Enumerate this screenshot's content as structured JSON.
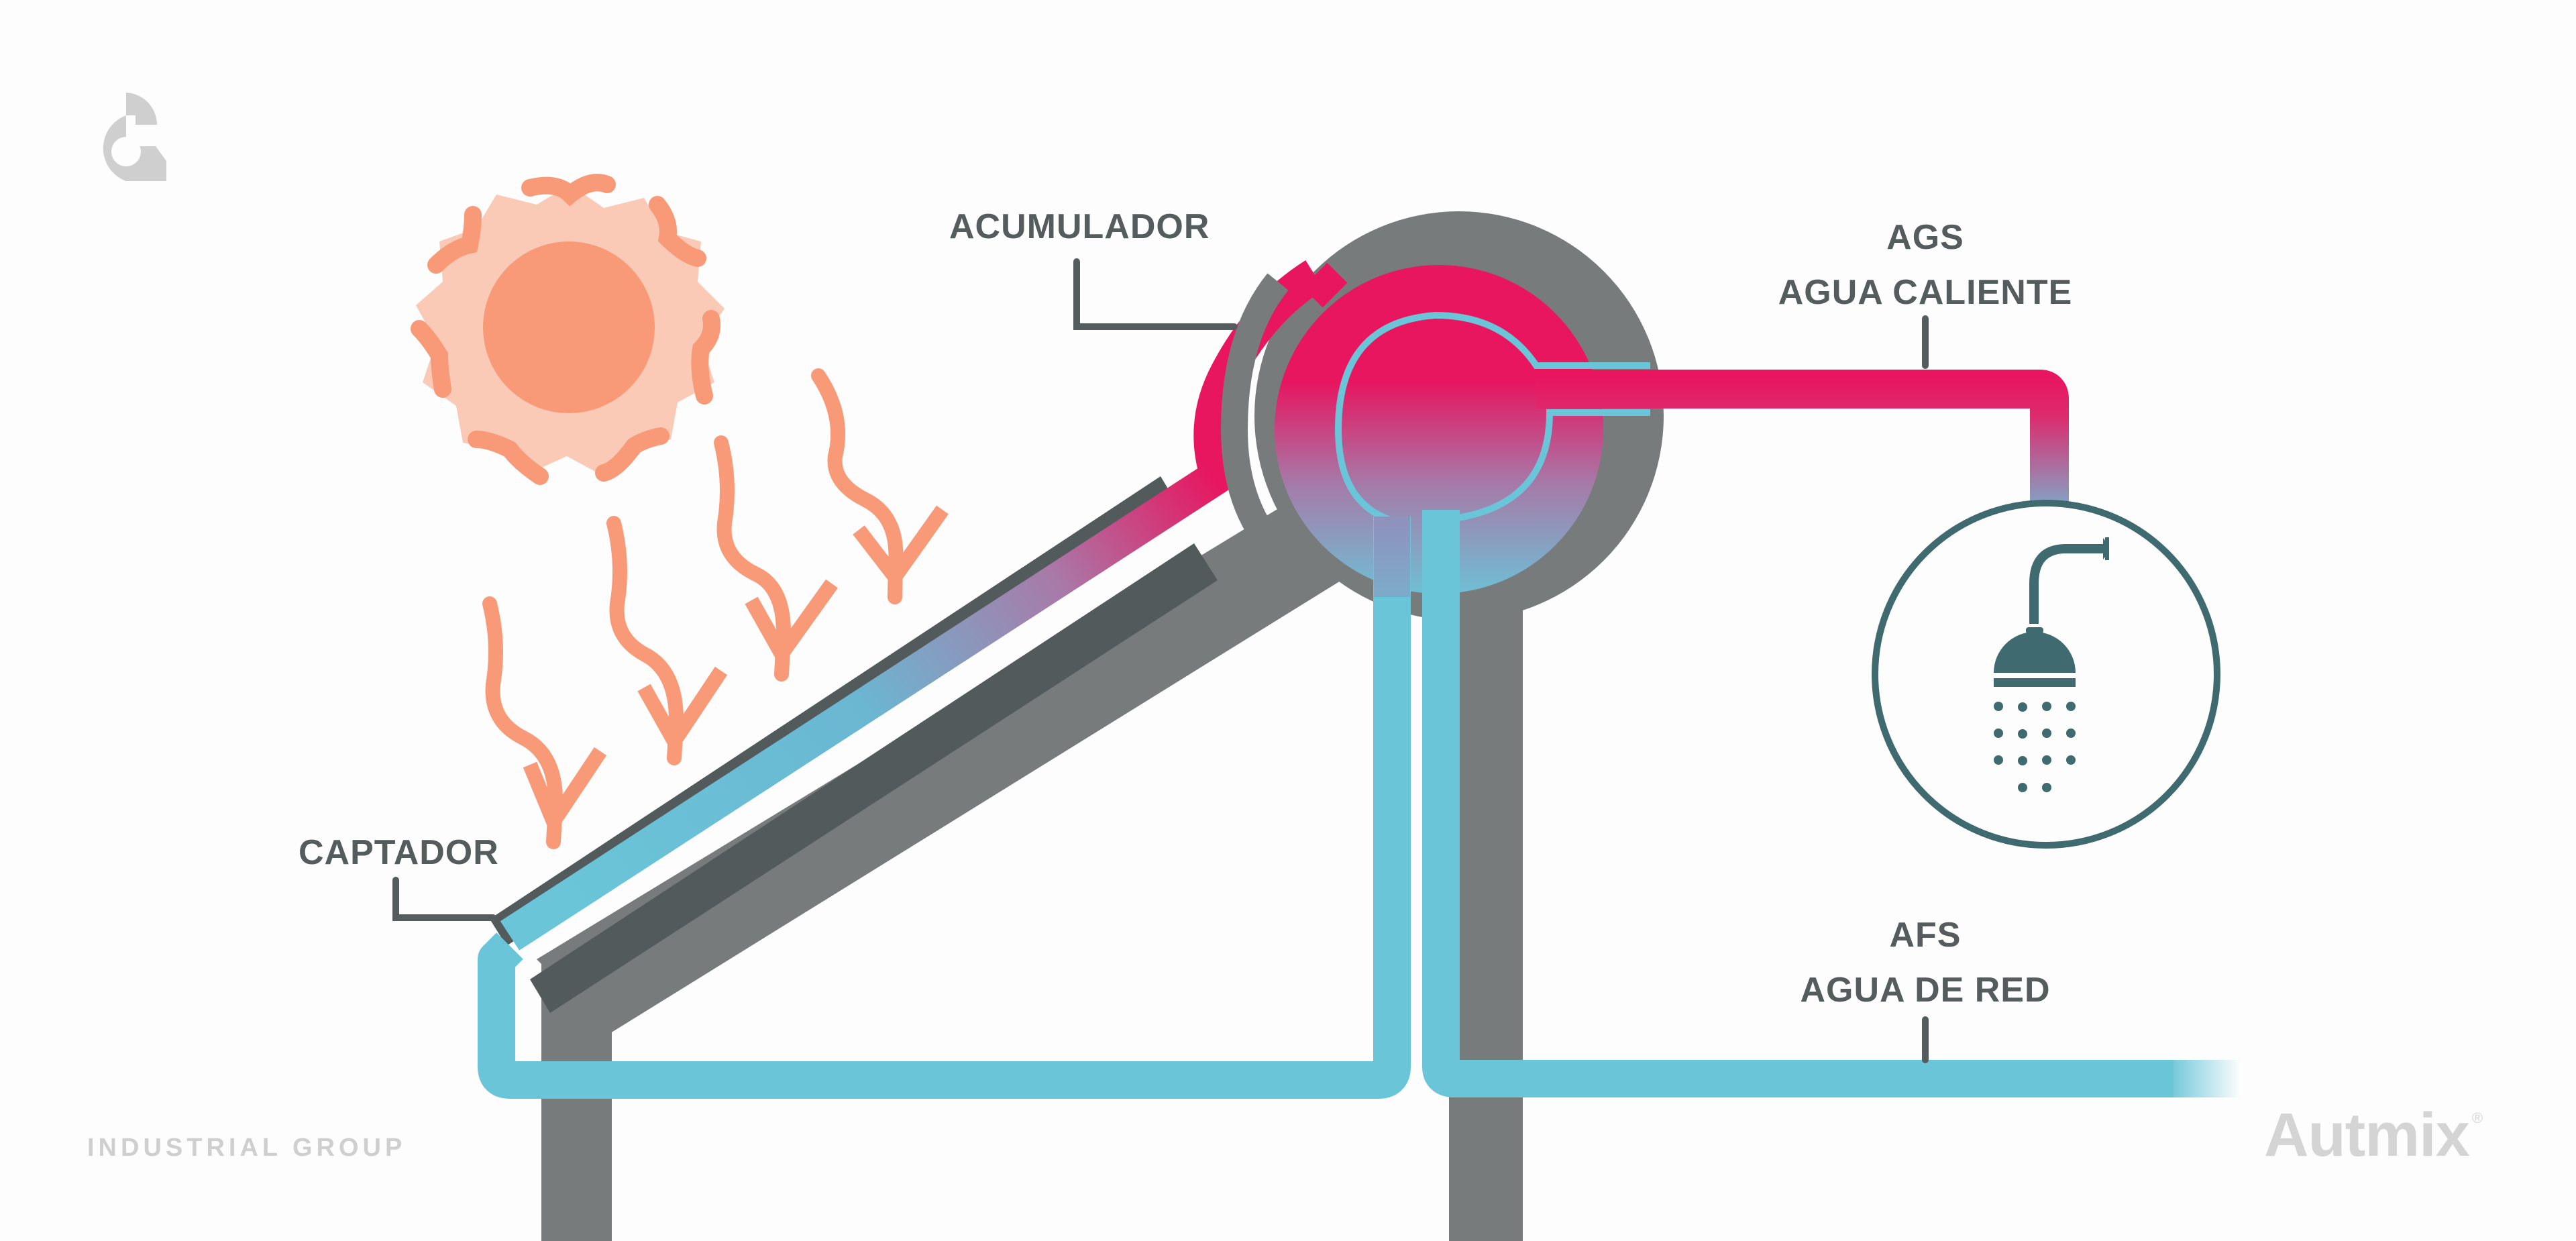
{
  "labels": {
    "acumulador": "ACUMULADOR",
    "captador": "CAPTADOR",
    "ags": {
      "code": "AGS",
      "name": "AGUA CALIENTE"
    },
    "afs": {
      "code": "AFS",
      "name": "AGUA DE RED"
    }
  },
  "footer": {
    "tagline": "INDUSTRIAL GROUP",
    "brand": "Autmix",
    "brand_mark": "®"
  },
  "icons": {
    "logo": "autmix-logo-icon",
    "sun": "sun-icon",
    "heat_rays": "heat-wave-arrow-icon",
    "shower": "shower-icon"
  },
  "colors": {
    "background": "#fdfdfd",
    "label_text": "#545c5e",
    "structure_gray": "#787b7c",
    "panel_dark": "#535a5c",
    "hot_water": "#e8155f",
    "cold_water": "#6ac5d8",
    "mixed_water": "#958ab5",
    "sun_core": "#f89a78",
    "sun_halo": "#fbcab7",
    "shower_teal": "#3e6a70",
    "logo_gray": "#cfcfcf"
  }
}
